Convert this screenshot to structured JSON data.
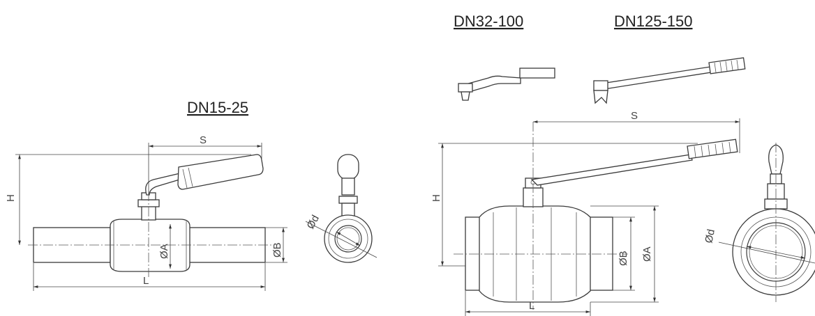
{
  "titles": {
    "small": "DN15-25",
    "medium": "DN32-100",
    "large": "DN125-150"
  },
  "dims": {
    "S": "S",
    "H": "H",
    "L": "L",
    "A": "ØA",
    "B": "ØB",
    "d": "Ød"
  }
}
